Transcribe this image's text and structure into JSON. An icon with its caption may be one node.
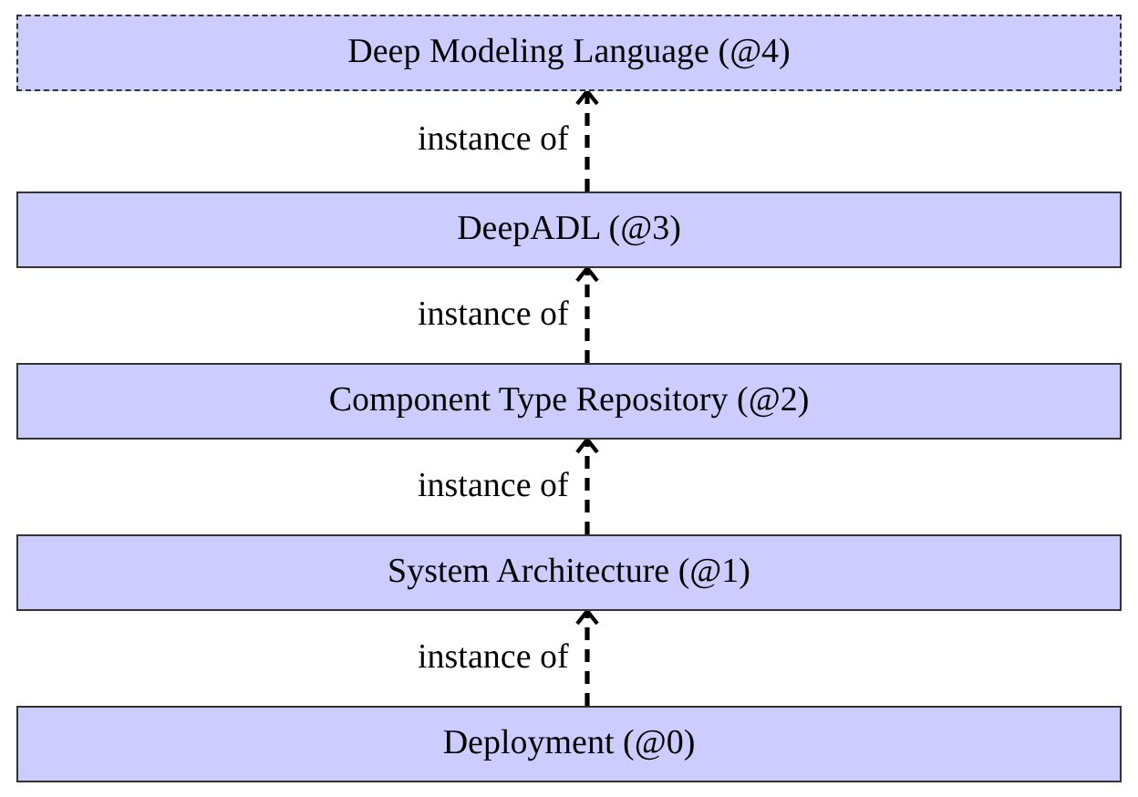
{
  "diagram": {
    "nodes": [
      {
        "text": [
          "Deep Modeling Language (@4)"
        ]
      },
      {
        "text": [
          "DeepADL (@3)"
        ]
      },
      {
        "text": [
          "Component Type Repository (@2)"
        ]
      },
      {
        "text": [
          "System Architecture (@1)"
        ]
      },
      {
        "text": [
          "Deployment (@0)"
        ]
      }
    ],
    "edges": [
      {
        "from": 1,
        "to": 0,
        "arrow": "to",
        "label": "instance of",
        "style": "dashed"
      },
      {
        "from": 2,
        "to": 1,
        "arrow": "to",
        "label": "instance of",
        "style": "dashed"
      },
      {
        "from": 3,
        "to": 2,
        "arrow": "to",
        "label": "instance of",
        "style": "dashed"
      },
      {
        "from": 4,
        "to": 3,
        "arrow": "to",
        "label": "instance of",
        "style": "dashed"
      }
    ]
  }
}
